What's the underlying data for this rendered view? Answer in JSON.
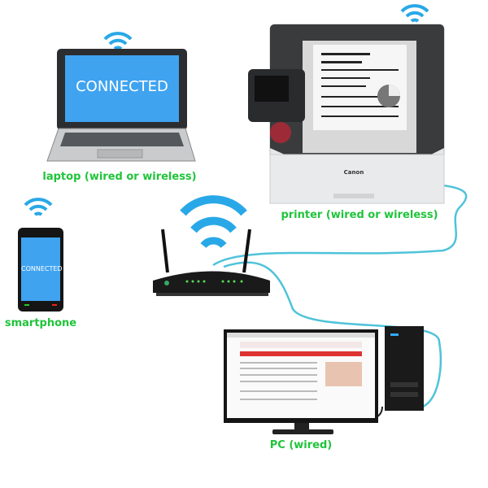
{
  "devices": {
    "laptop": {
      "label": "laptop (wired or wireless)",
      "screen_text": "CONNECTED"
    },
    "printer": {
      "label": "printer (wired or wireless)",
      "brand": "Canon"
    },
    "smartphone": {
      "label": "smartphone",
      "screen_text": "CONNECTED"
    },
    "router": {},
    "pc": {
      "label": "PC (wired)"
    }
  },
  "colors": {
    "label": "#1fc43a",
    "wifi": "#29a8e8",
    "cable": "#4fc3d9",
    "screen": "#3fa3f0"
  },
  "icons": [
    "wifi-icon"
  ]
}
